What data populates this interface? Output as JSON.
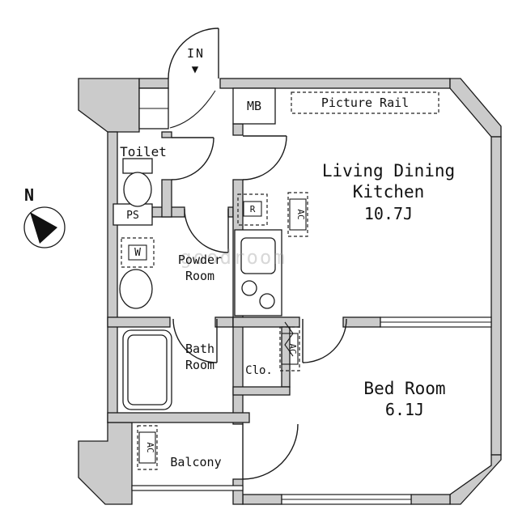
{
  "floor_plan": {
    "compass_north": "N",
    "entrance": {
      "label": "IN",
      "arrow": "▼"
    },
    "boxes": {
      "meter_box": "MB",
      "pipe_space": "PS",
      "washing_machine": "W",
      "refrigerator": "R",
      "air_conditioner": "AC",
      "picture_rail": "Picture Rail"
    },
    "rooms": {
      "living_dining_kitchen": {
        "name_line1": "Living Dining",
        "name_line2": "Kitchen",
        "size": "10.7J"
      },
      "bed_room": {
        "name": "Bed Room",
        "size": "6.1J"
      },
      "toilet": {
        "name": "Toilet"
      },
      "powder_room": {
        "name_line1": "Powder",
        "name_line2": "Room"
      },
      "bath_room": {
        "name_line1": "Bath",
        "name_line2": "Room"
      },
      "closet": {
        "name": "Clo."
      },
      "balcony": {
        "name": "Balcony"
      }
    },
    "watermark": "goodroom"
  }
}
